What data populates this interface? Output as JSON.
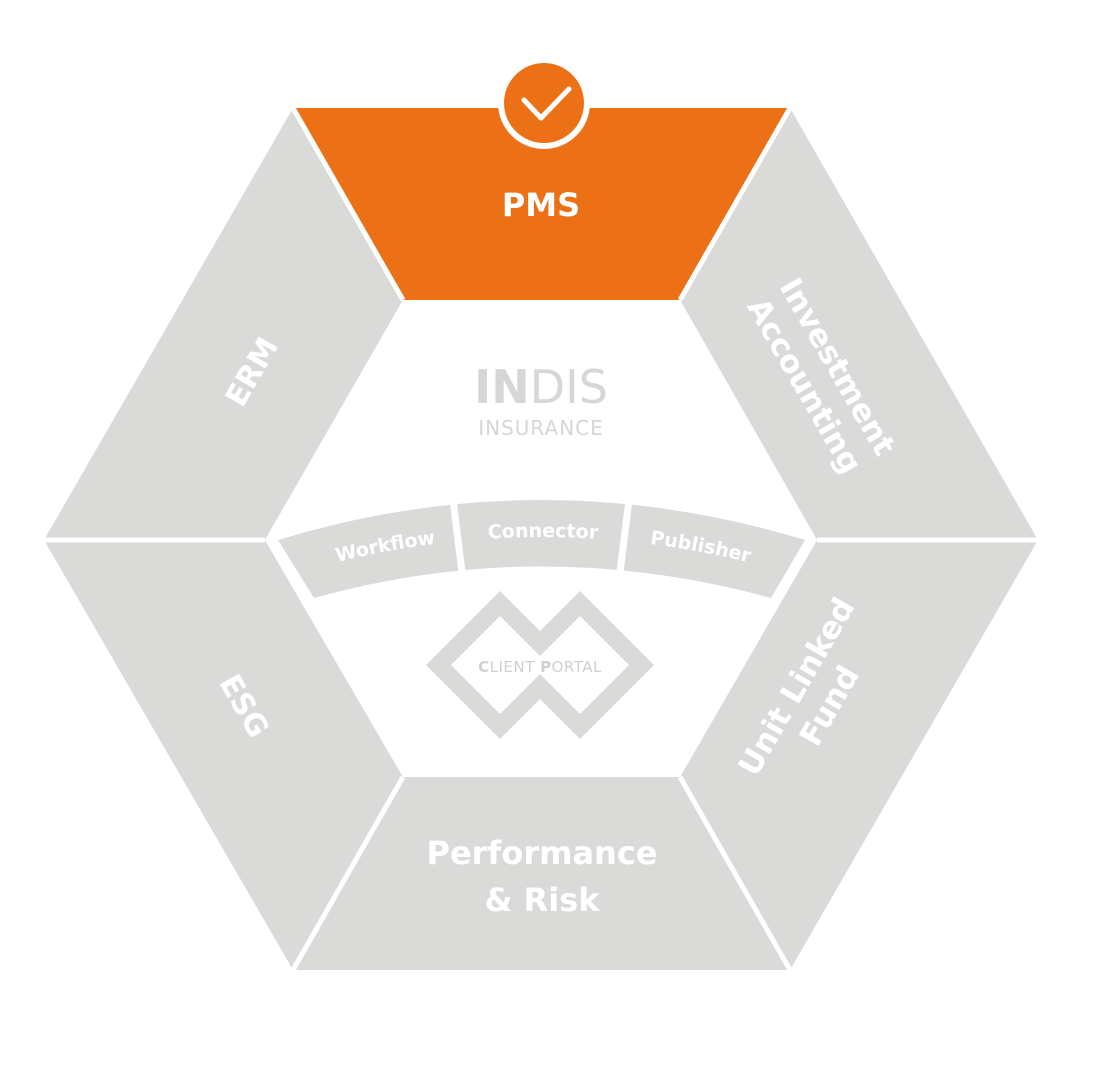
{
  "segments": {
    "top": "PMS",
    "upper_right": [
      "Investment",
      "Accounting"
    ],
    "lower_right": [
      "Unit Linked",
      "Fund"
    ],
    "bottom": [
      "Performance",
      "& Risk"
    ],
    "lower_left": "ESG",
    "upper_left": "ERM"
  },
  "center": {
    "brand_bold": "IN",
    "brand_light": "DIS",
    "brand_sub": "INSURANCE",
    "modules": [
      "Workflow",
      "Connector",
      "Publisher"
    ],
    "portal_c": "C",
    "portal_lient": "LIENT ",
    "portal_p": "P",
    "portal_ortal": "ORTAL"
  },
  "colors": {
    "active": "#EC7016",
    "inactive": "#DADAD8",
    "separator": "#FFFFFF",
    "logo": "#D6D6D4"
  },
  "state": {
    "selected_segment": "PMS"
  },
  "icons": {
    "selected": "checkmark-icon"
  }
}
